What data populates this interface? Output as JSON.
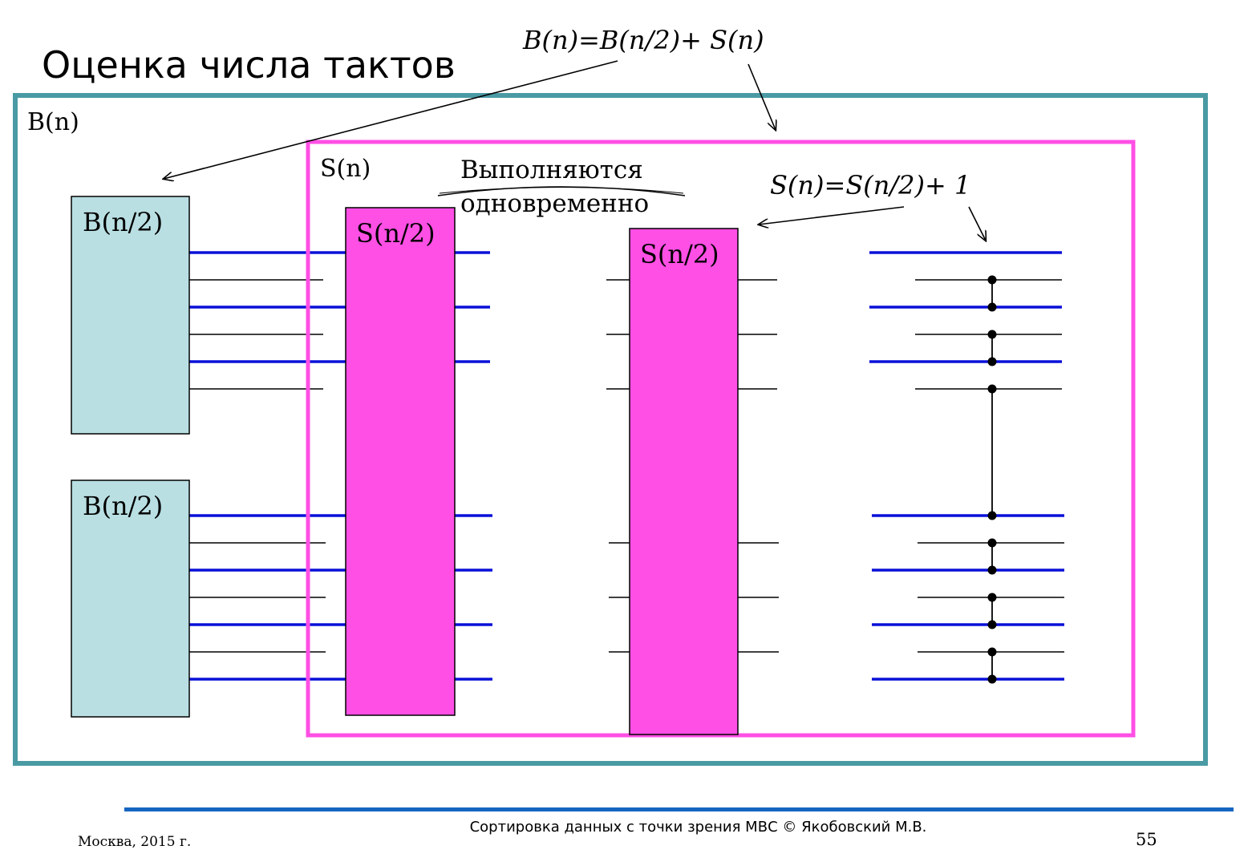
{
  "slide": {
    "title": "Оценка числа тактов",
    "formula_top": "B(n)=B(n/2)+ S(n)",
    "formula_right": "S(n)=S(n/2)+ 1",
    "outer_label": "B(n)",
    "inner_label": "S(n)",
    "parallel_note_line1": "Выполняются",
    "parallel_note_line2": "одновременно",
    "block_b_top": "B(n/2)",
    "block_b_bottom": "B(n/2)",
    "block_s_left": "S(n/2)",
    "block_s_right": "S(n/2)"
  },
  "footer": {
    "center": "Сортировка данных с точки зрения МВС © Якобовский М.В.",
    "left": "Москва, 2015 г.",
    "page_number": "55"
  },
  "colors": {
    "outer_frame": "#4A9AA4",
    "inner_frame": "#FF4FE5",
    "b_block_fill": "#B9DFE3",
    "s_block_fill": "#FF4FE5",
    "thick_wire": "#0A10D8",
    "thin_wire": "#000000",
    "footer_rule": "#1565C0"
  }
}
